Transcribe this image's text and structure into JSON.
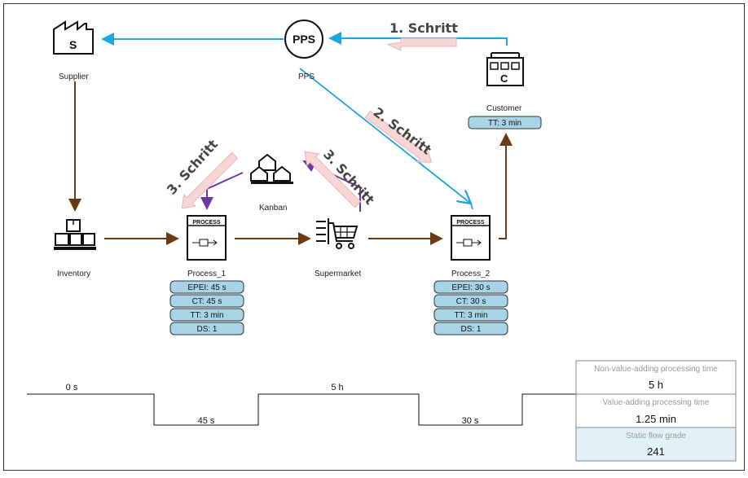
{
  "nodes": {
    "supplier": {
      "label": "Supplier",
      "icon": "factory-icon",
      "letter": "S"
    },
    "pps": {
      "label": "PPS",
      "icon_text": "PPS"
    },
    "customer": {
      "label": "Customer",
      "icon": "customer-icon",
      "letter": "C",
      "tt": "TT: 3 min"
    },
    "inventory": {
      "label": "Inventory",
      "icon": "inventory-boxes-icon"
    },
    "kanban": {
      "label": "Kanban",
      "icon": "kanban-icon"
    },
    "supermarket": {
      "label": "Supermarket",
      "icon": "shopping-cart-icon"
    },
    "process1": {
      "label": "Process_1",
      "header": "PROCESS",
      "attrs": [
        "EPEI: 45 s",
        "CT: 45 s",
        "TT: 3 min",
        "DS: 1"
      ]
    },
    "process2": {
      "label": "Process_2",
      "header": "PROCESS",
      "attrs": [
        "EPEI: 30 s",
        "CT: 30 s",
        "TT: 3 min",
        "DS: 1"
      ]
    }
  },
  "steps": {
    "step1": "1. Schritt",
    "step2": "2. Schritt",
    "step3a": "3. Schritt",
    "step3b": "3. Schritt"
  },
  "timeline": {
    "t1": "0 s",
    "t2": "45 s",
    "t3": "5 h",
    "t4": "30 s"
  },
  "summary": {
    "nva_label": "Non-value-adding processing time",
    "nva_value": "5 h",
    "va_label": "Value-adding processing time",
    "va_value": "1.25 min",
    "flow_label": "Static flow grade",
    "flow_value": "241"
  },
  "colors": {
    "info_line": "#1ea7e1",
    "material_line": "#6b3a12",
    "kanban_line": "#6a3aa0",
    "step_arrow": "#f7d6d6",
    "attr_fill": "#a7d4e6"
  }
}
